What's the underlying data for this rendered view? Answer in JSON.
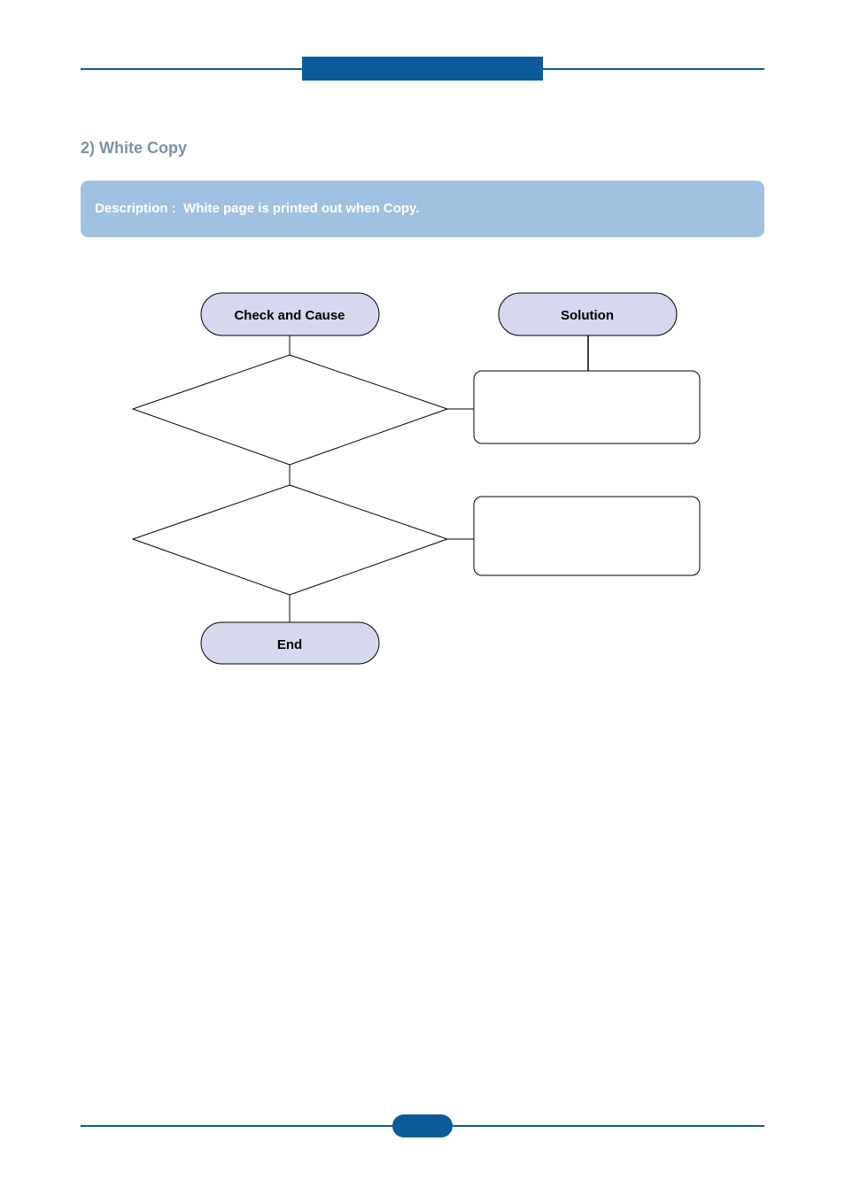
{
  "section": {
    "title": "2) White Copy"
  },
  "description": {
    "label": "Description :",
    "text": "White page is printed out when Copy."
  },
  "flowchart": {
    "check_header": "Check and Cause",
    "solution_header": "Solution",
    "end_label": "End"
  },
  "colors": {
    "brand_blue": "#0b5b9c",
    "description_fill": "#a0c2e1",
    "terminal_fill": "#d5d8ee",
    "title_gray": "#7a93ac"
  }
}
